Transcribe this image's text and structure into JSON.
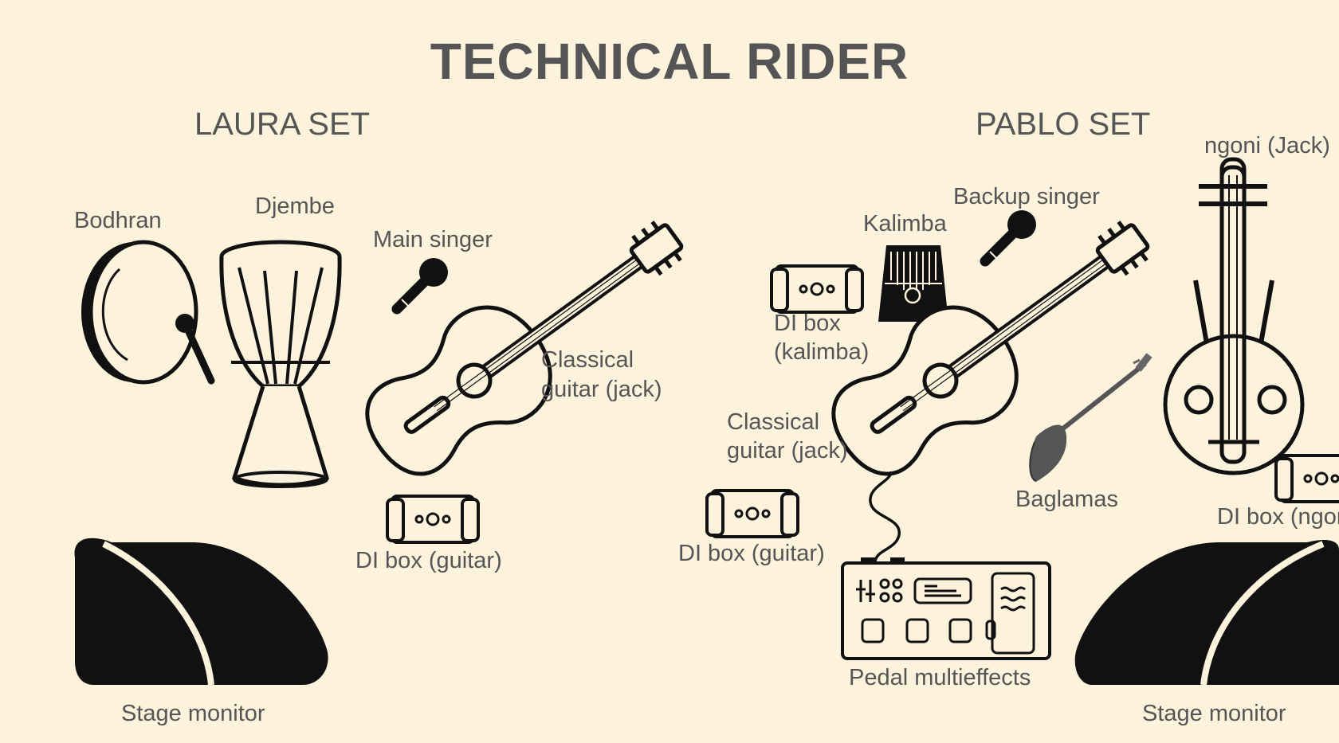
{
  "title": "TECHNICAL RIDER",
  "laura": {
    "heading": "LAURA SET",
    "bodhran": "Bodhran",
    "djembe": "Djembe",
    "main_singer": "Main singer",
    "guitar_line1": "Classical",
    "guitar_line2": "guitar (jack)",
    "di_box": "DI box (guitar)",
    "monitor": "Stage monitor"
  },
  "pablo": {
    "heading": "PABLO SET",
    "ngoni": "ngoni (Jack)",
    "backup_singer": "Backup singer",
    "kalimba": "Kalimba",
    "di_kalimba_line1": "DI box",
    "di_kalimba_line2": "(kalimba)",
    "guitar_line1": "Classical",
    "guitar_line2": "guitar (jack)",
    "baglamas": "Baglamas",
    "di_box_guitar": "DI box (guitar)",
    "di_box_ngoni": "DI box (ngoni)",
    "pedal": "Pedal multieffects",
    "monitor": "Stage monitor"
  }
}
